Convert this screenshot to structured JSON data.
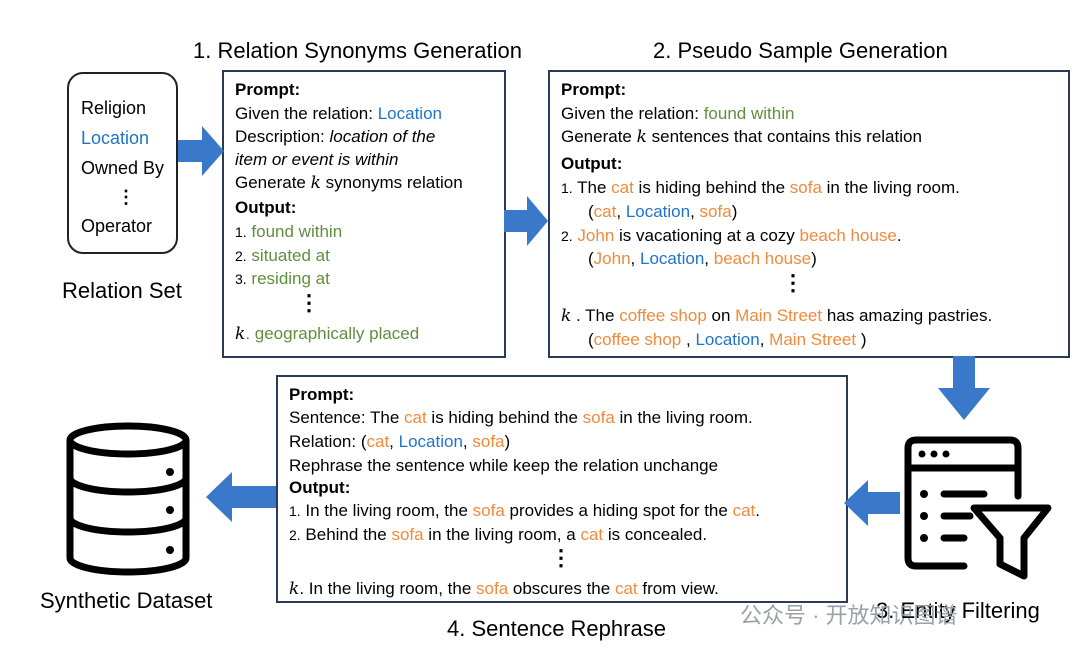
{
  "titles": {
    "step1": "1. Relation Synonyms Generation",
    "step2": "2. Pseudo Sample Generation",
    "step3": "3. Entity Filtering",
    "step4": "4. Sentence Rephrase",
    "relation_set": "Relation Set",
    "synthetic_dataset": "Synthetic Dataset"
  },
  "relation_set": {
    "items": [
      "Religion",
      "Location",
      "Owned By",
      "Operator"
    ],
    "dots": "⋮"
  },
  "k": "k",
  "dots": "⋮",
  "box1": {
    "prompt_label": "Prompt:",
    "given_prefix": "Given the relation: ",
    "given_value": "Location",
    "desc_prefix": "Description: ",
    "desc_line1": "location of the",
    "desc_line2": "item or event is within",
    "gen_prefix": "Generate ",
    "gen_suffix": " synonyms relation",
    "output_label": "Output:",
    "outputs": [
      {
        "num": "1.",
        "text": "found within"
      },
      {
        "num": "2.",
        "text": "situated at"
      },
      {
        "num": "3.",
        "text": "residing at"
      }
    ],
    "last_output": ". geographically placed"
  },
  "box2": {
    "prompt_label": "Prompt:",
    "given_prefix": "Given the relation: ",
    "given_value": "found within",
    "gen_prefix": "Generate ",
    "gen_suffix": " sentences that contains this relation",
    "output_label": "Output:",
    "s1": {
      "num": "1.",
      "a": " The ",
      "e1": "cat",
      "b": " is hiding behind the ",
      "e2": "sofa",
      "c": " in the living room."
    },
    "t1": {
      "open": "(",
      "e1": "cat",
      "c1": ", ",
      "rel": "Location",
      "c2": ", ",
      "e2": "sofa",
      "close": ")"
    },
    "s2": {
      "num": "2.",
      "e1": "John",
      "b": " is vacationing at a cozy ",
      "e2": "beach house",
      "c": "."
    },
    "t2": {
      "open": "(",
      "e1": "John",
      "c1": ", ",
      "rel": "Location",
      "c2": ", ",
      "e2": "beach house",
      "close": ")"
    },
    "sk": {
      "a": " . The ",
      "e1": "coffee shop",
      "b": " on ",
      "e2": "Main Street",
      "c": " has amazing pastries."
    },
    "tk": {
      "open": "(",
      "e1": "coffee shop",
      "c1": " , ",
      "rel": "Location",
      "c2": ", ",
      "e2": "Main Street",
      "close": " )"
    }
  },
  "box4": {
    "prompt_label": "Prompt:",
    "sent": {
      "a": "Sentence: The ",
      "e1": "cat",
      "b": " is hiding behind the ",
      "e2": "sofa",
      "c": " in the living room."
    },
    "rel": {
      "a": "Relation: (",
      "e1": "cat",
      "c1": ", ",
      "rel": "Location",
      "c2": ", ",
      "e2": "sofa",
      "close": ")"
    },
    "instruction": "Rephrase the sentence while keep the relation unchange",
    "output_label": "Output:",
    "o1": {
      "num": "1.",
      "a": " In the living room, the ",
      "e1": "sofa",
      "b": " provides a hiding spot for the ",
      "e2": "cat",
      "c": "."
    },
    "o2": {
      "num": "2.",
      "a": " Behind the ",
      "e1": "sofa",
      "b": " in the living room, a ",
      "e2": "cat",
      "c": " is concealed."
    },
    "ok": {
      "a": ". In the living room, the ",
      "e1": "sofa",
      "b": " obscures the ",
      "e2": "cat",
      "c": " from view."
    }
  },
  "watermark": "公众号 · 开放知识图谱",
  "colors": {
    "entity": "#f08a3c",
    "relation": "#1f74c9",
    "synonym": "#5f8f3e",
    "arrow": "#3a78c9",
    "box_border": "#2b3a55"
  }
}
